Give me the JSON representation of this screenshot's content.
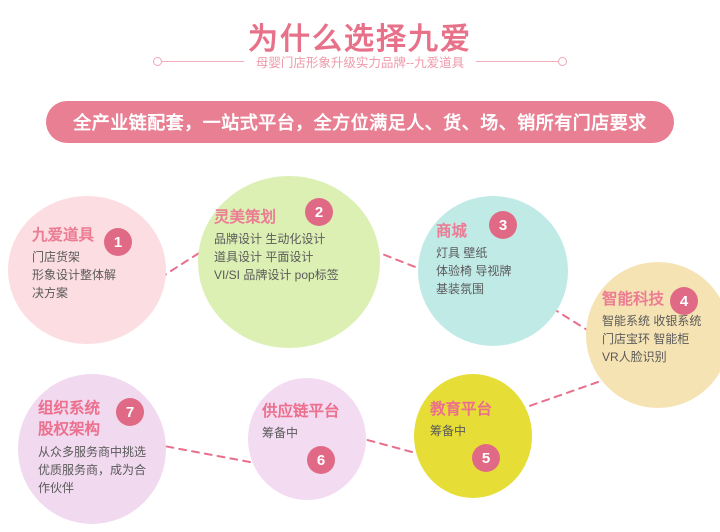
{
  "header": {
    "title": "为什么选择九爱",
    "subtitle": "母婴门店形象升级实力品牌--九爱道具"
  },
  "banner": {
    "text": "全产业链配套，一站式平台，全方位满足人、货、场、销所有门店要求",
    "bg_color": "#e87f93",
    "text_color": "#ffffff"
  },
  "theme": {
    "title_color": "#e8718a",
    "subtitle_color": "#ef9aab",
    "badge_color": "#e06a86",
    "bubble_title_color": "#ec7b94",
    "connector_color": "#e8708c"
  },
  "bubbles": [
    {
      "number": "1",
      "title": "九爱道具",
      "lines": [
        "门店货架",
        "形象设计整体解",
        "决方案"
      ],
      "color": "#fbdde2"
    },
    {
      "number": "2",
      "title": "灵美策划",
      "lines": [
        "品牌设计  生动化设计",
        "道具设计  平面设计",
        "VI/SI 品牌设计  pop标签"
      ],
      "color": "#dcf0b4"
    },
    {
      "number": "3",
      "title": "商城",
      "lines": [
        "灯具   壁纸",
        "体验椅  导视牌",
        "基装氛围"
      ],
      "color": "#c0eae6"
    },
    {
      "number": "4",
      "title": "智能科技",
      "lines": [
        "智能系统  收银系统",
        "门店宝环  智能柜",
        "VR人脸识别"
      ],
      "color": "#f6e3b4"
    },
    {
      "number": "5",
      "title": "教育平台",
      "lines": [
        "筹备中"
      ],
      "color": "#e6dd37"
    },
    {
      "number": "6",
      "title": "供应链平台",
      "lines": [
        "筹备中"
      ],
      "color": "#f3dcf2"
    },
    {
      "number": "7",
      "title_line1": "组织系统",
      "title_line2": "股权架构",
      "lines": [
        "从众多服务商中挑选",
        "优质服务商，成为合",
        "作伙伴"
      ],
      "color": "#f1d9ef"
    }
  ]
}
